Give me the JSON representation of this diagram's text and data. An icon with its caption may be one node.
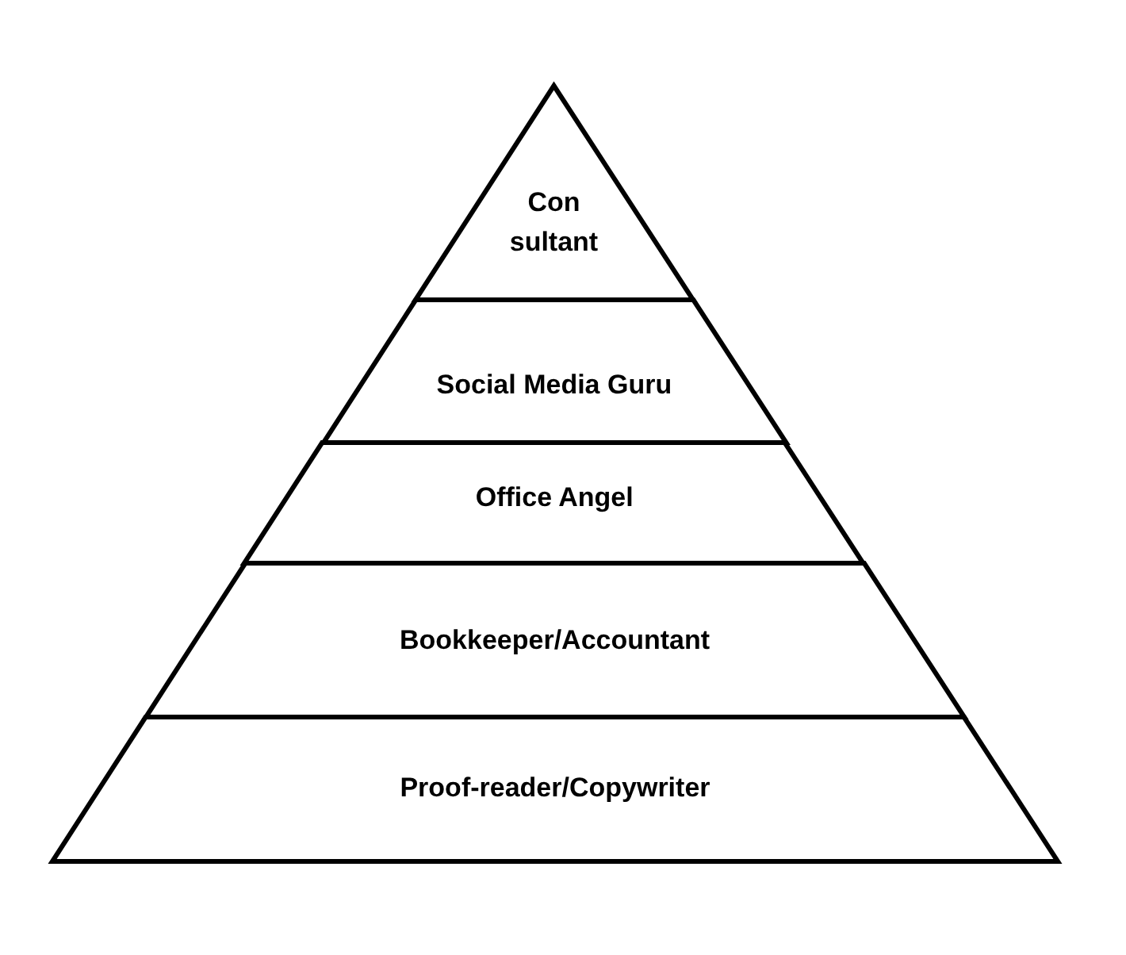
{
  "diagram": {
    "nodes": [
      {
        "text": [
          "Con sultant"
        ]
      },
      {
        "text": [
          "Social Media Guru"
        ]
      },
      {
        "text": [
          "Office Angel"
        ]
      },
      {
        "text": [
          "Bookkeeper/Accountant"
        ]
      },
      {
        "text": [
          "Proof-reader/Copywriter"
        ]
      }
    ]
  }
}
